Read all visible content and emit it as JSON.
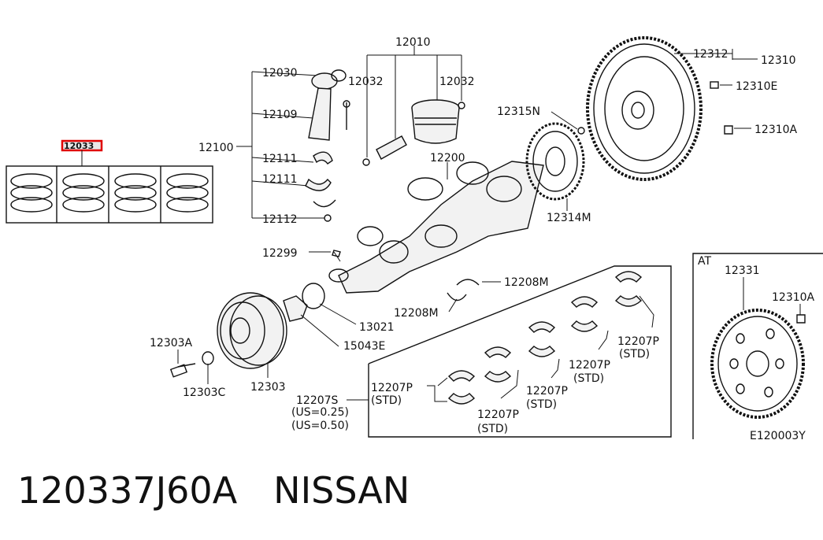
{
  "labels": {
    "highlight": "12033",
    "l12010": "12010",
    "l12030": "12030",
    "l12032a": "12032",
    "l12032b": "12032",
    "l12109": "12109",
    "l12100": "12100",
    "l12111a": "12111",
    "l12111b": "12111",
    "l12112": "12112",
    "l12200": "12200",
    "l12315N": "12315N",
    "l12314M": "12314M",
    "l12312": "12312",
    "l12310": "12310",
    "l12310E": "12310E",
    "l12310A": "12310A",
    "l12299": "12299",
    "l12208Ma": "12208M",
    "l12208Mb": "12208M",
    "l13021": "13021",
    "l15043E": "15043E",
    "l12303A": "12303A",
    "l12303C": "12303C",
    "l12303": "12303",
    "l12207S": "12207S",
    "usA": "(US=0.25)",
    "usB": "(US=0.50)",
    "p1": "12207P",
    "s1": "(STD)",
    "p2": "12207P",
    "s2": "(STD)",
    "p3": "12207P",
    "s3": "(STD)",
    "p4": "12207P",
    "s4": "(STD)",
    "p5": "12207P",
    "s5": "(STD)",
    "at": "AT",
    "l12331": "12331",
    "l12310A_at": "12310A",
    "code": "E120003Y"
  },
  "footer": {
    "part_number": "120337J60A",
    "brand": "NISSAN"
  }
}
